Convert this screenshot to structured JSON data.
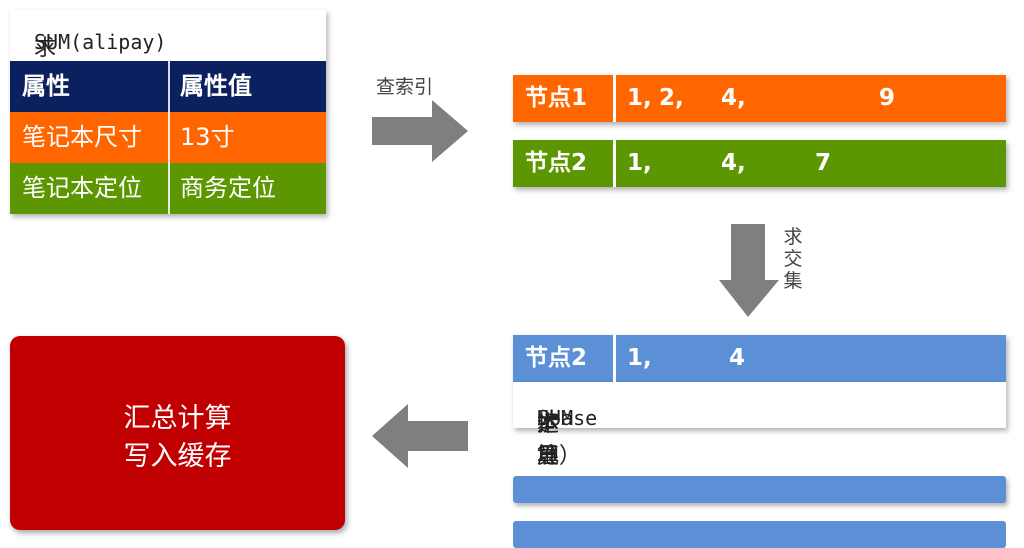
{
  "query_table": {
    "title_prefix": "求",
    "title_code": "SUM(alipay)",
    "headers": [
      "属性",
      "属性值"
    ],
    "rows": [
      {
        "attr": "笔记本尺寸",
        "value": "13寸"
      },
      {
        "attr": "笔记本定位",
        "value": "商务定位"
      }
    ]
  },
  "arrows": {
    "lookup_label": "查索引",
    "intersect_label": "求交集"
  },
  "nodes": [
    {
      "name": "节点1",
      "values": [
        "1,",
        "2,",
        "4,",
        "9"
      ],
      "color": "#ff6600"
    },
    {
      "name": "节点2",
      "values": [
        "1,",
        "4,",
        "7"
      ],
      "color": "#5c9600"
    }
  ],
  "result_node": {
    "name": "节点2",
    "values": [
      "1,",
      "4"
    ],
    "color": "#5b8fd6"
  },
  "local_sum": {
    "prefix": "本地",
    "code": "SUM",
    "middle": "运算（",
    "code2": "Hbase",
    "suffix": "扩展）"
  },
  "output_box": {
    "line1": "汇总计算",
    "line2": "写入缓存",
    "color": "#c00000"
  },
  "colors": {
    "header": "#0c1f5f",
    "arrow": "#7f7f7f",
    "blue": "#5b8fd6"
  }
}
